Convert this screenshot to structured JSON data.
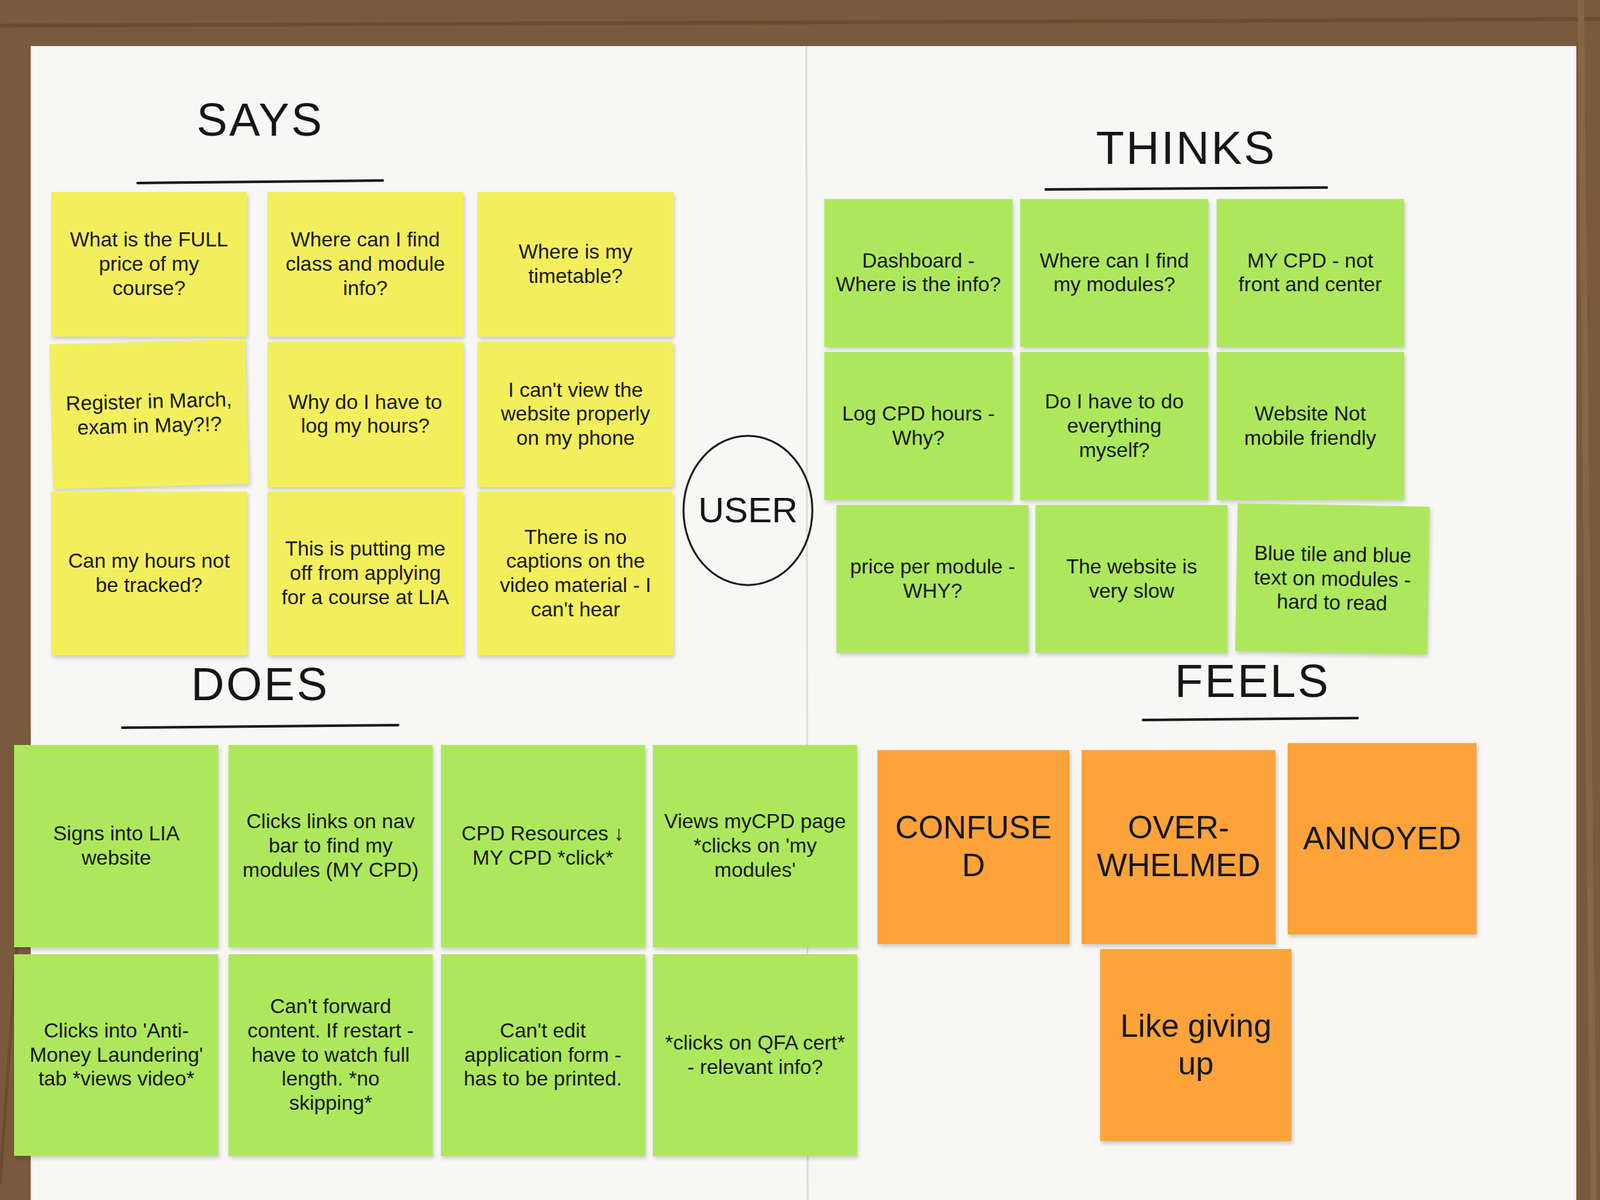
{
  "diagram": {
    "nodes": [
      {
        "text": [
          "USER"
        ]
      },
      {
        "text": [
          "What is the FULL price of my course?"
        ]
      },
      {
        "text": [
          "Where can I find class and module info?"
        ]
      },
      {
        "text": [
          "Where is my timetable?"
        ]
      },
      {
        "text": [
          "Register in March, exam in May?!?"
        ]
      },
      {
        "text": [
          "Why do I have to log my hours?"
        ]
      },
      {
        "text": [
          "I can't view the website properly on my phone"
        ]
      },
      {
        "text": [
          "Can my hours not be tracked?"
        ]
      },
      {
        "text": [
          "This is putting me off from applying for a course at LIA"
        ]
      },
      {
        "text": [
          "There is no captions on the video material - I can't hear"
        ]
      },
      {
        "text": [
          "Dashboard - Where is the info?"
        ]
      },
      {
        "text": [
          "Where can I find my modules?"
        ]
      },
      {
        "text": [
          "MY CPD - not front and center"
        ]
      },
      {
        "text": [
          "Log CPD hours - Why?"
        ]
      },
      {
        "text": [
          "Do I have to do everything myself?"
        ]
      },
      {
        "text": [
          "Website Not mobile friendly"
        ]
      },
      {
        "text": [
          "price per module - WHY?"
        ]
      },
      {
        "text": [
          "The website is very slow"
        ]
      },
      {
        "text": [
          "Blue tile and blue text on modules - hard to read"
        ]
      },
      {
        "text": [
          "Signs into LIA website"
        ]
      },
      {
        "text": [
          "Clicks links on nav bar to find my modules (MY CPD)"
        ]
      },
      {
        "text": [
          "CPD Resources ↓ MY CPD *click*"
        ]
      },
      {
        "text": [
          "Views myCPD page *clicks on 'my modules'"
        ]
      },
      {
        "text": [
          "Clicks into 'Anti-Money Laundering' tab *views video*"
        ]
      },
      {
        "text": [
          "Can't forward content. If restart - have to watch full length. *no skipping*"
        ]
      },
      {
        "text": [
          "Can't edit application form - has to be printed."
        ]
      },
      {
        "text": [
          "*clicks on QFA cert* - relevant info?"
        ]
      },
      {
        "text": [
          "CONFUSED"
        ]
      },
      {
        "text": [
          "OVER-WHELMED"
        ]
      },
      {
        "text": [
          "ANNOYED"
        ]
      },
      {
        "text": [
          "Like giving up"
        ]
      }
    ],
    "labels": [
      "SAYS",
      "THINKS",
      "DOES",
      "FEELS"
    ]
  }
}
